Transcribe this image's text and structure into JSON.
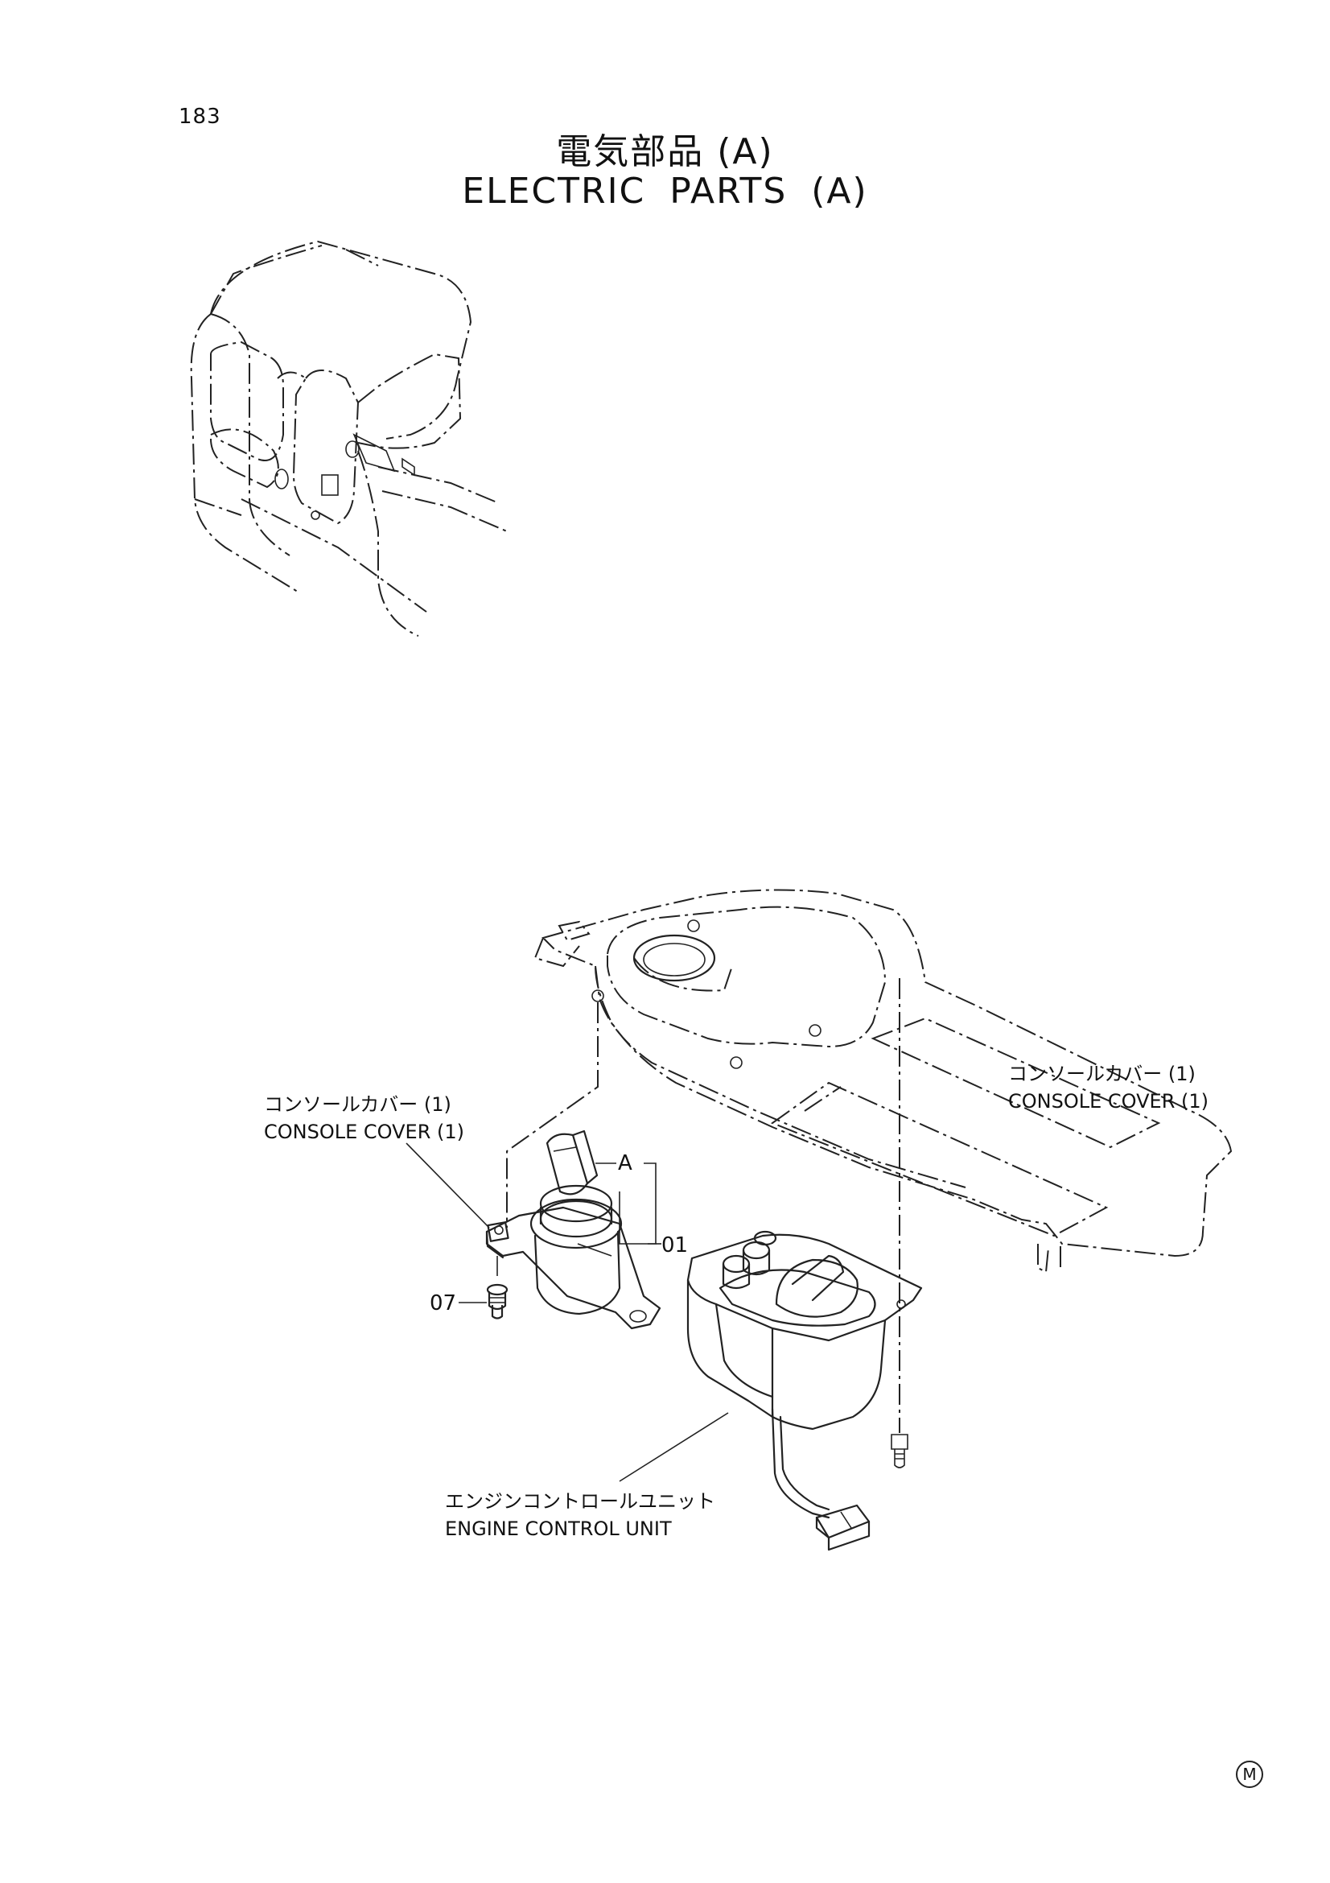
{
  "page": {
    "number": "183",
    "title_jp": "電気部品 (A)",
    "title_en": "ELECTRIC PARTS (A)"
  },
  "callouts": {
    "console_cover_right": {
      "jp": "コンソールカバー (1)",
      "en": "CONSOLE COVER (1)"
    },
    "console_cover_left": {
      "jp": "コンソールカバー (1)",
      "en": "CONSOLE COVER (1)"
    },
    "engine_control_unit": {
      "jp": "エンジンコントロールユニット",
      "en": "ENGINE CONTROL UNIT"
    }
  },
  "refs": {
    "a": "A",
    "part_01": "01",
    "part_07": "07"
  },
  "maker_mark": "M"
}
